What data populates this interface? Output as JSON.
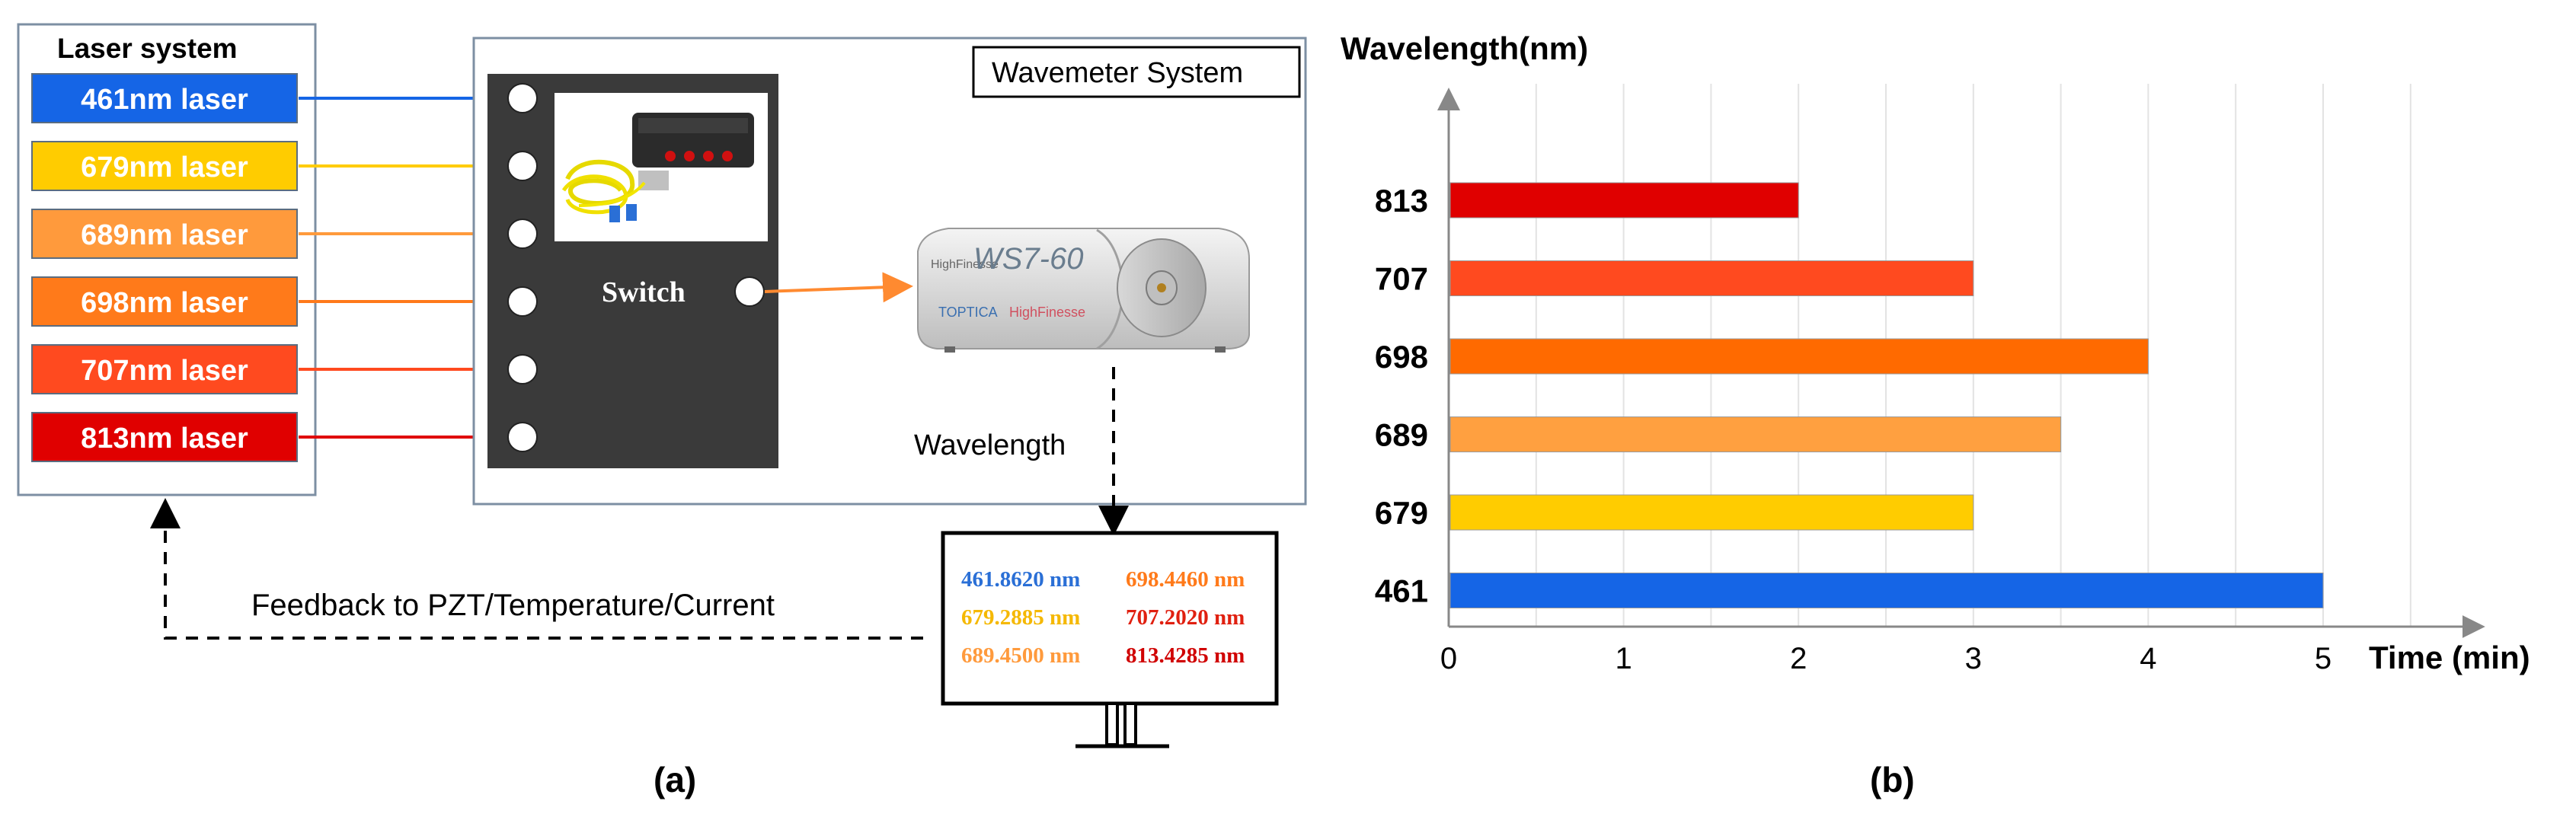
{
  "panel_a": {
    "label": "(a)",
    "laser_system": {
      "title": "Laser system",
      "lasers": [
        {
          "label": "461nm laser",
          "color": "#1565e6"
        },
        {
          "label": "679nm laser",
          "color": "#ffcc00"
        },
        {
          "label": "689nm laser",
          "color": "#ff9a3c"
        },
        {
          "label": "698nm laser",
          "color": "#ff7a1a"
        },
        {
          "label": "707nm laser",
          "color": "#ff4a1f"
        },
        {
          "label": "813nm laser",
          "color": "#e00000"
        }
      ]
    },
    "wavemeter_system": {
      "title": "Wavemeter System",
      "switch_label": "Switch",
      "wavelength_label": "Wavelength",
      "device_brand": "HighFinesse"
    },
    "monitor": {
      "readings": [
        {
          "text": "461.8620 nm",
          "color": "#2a6fd6"
        },
        {
          "text": "698.4460 nm",
          "color": "#ff7a1a"
        },
        {
          "text": "679.2885 nm",
          "color": "#f5b800"
        },
        {
          "text": "707.2020 nm",
          "color": "#e02010"
        },
        {
          "text": "689.4500 nm",
          "color": "#ff9a3c"
        },
        {
          "text": "813.4285 nm",
          "color": "#d00000"
        }
      ]
    },
    "feedback_label": "Feedback to PZT/Temperature/Current"
  },
  "panel_b": {
    "label": "(b)"
  },
  "chart_data": {
    "type": "bar",
    "orientation": "horizontal",
    "ylabel": "Wavelength(nm)",
    "xlabel": "Time (min)",
    "categories": [
      "813",
      "707",
      "698",
      "689",
      "679",
      "461"
    ],
    "values": [
      2,
      3,
      4,
      3.5,
      3,
      5
    ],
    "colors": [
      "#e00000",
      "#ff4a1f",
      "#ff6a00",
      "#ffa040",
      "#ffcc00",
      "#1565e6"
    ],
    "xticks": [
      "0",
      "1",
      "2",
      "3",
      "4",
      "5"
    ],
    "xlim": [
      0,
      5.5
    ],
    "grid": "vertical"
  }
}
